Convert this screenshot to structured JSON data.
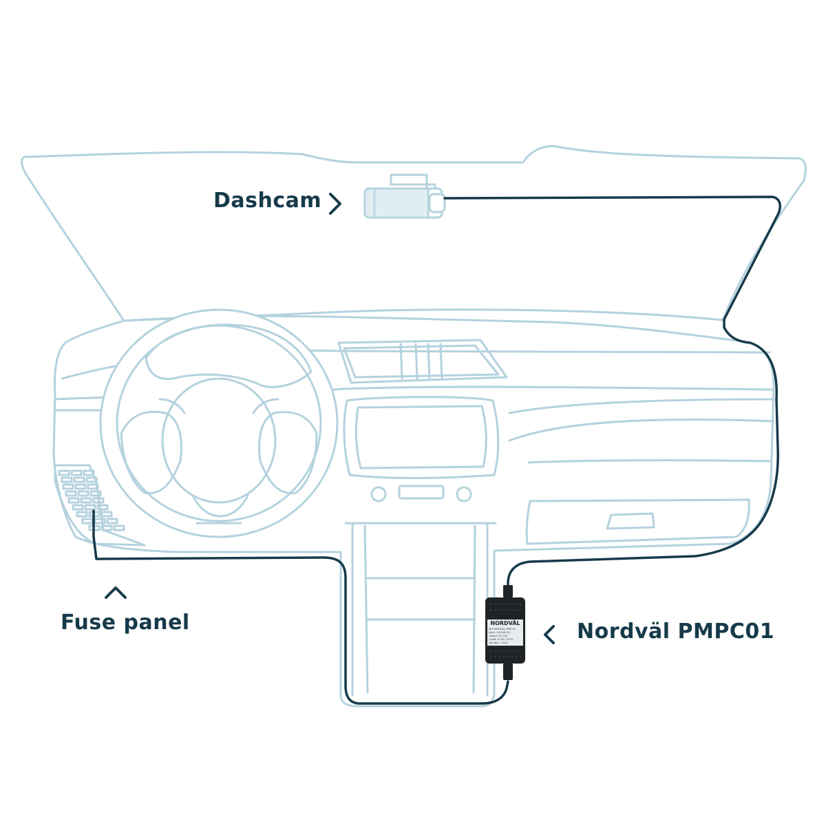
{
  "labels": {
    "dashcam": "Dashcam",
    "fuse_panel": "Fuse panel",
    "device": "Nordväl PMPC01"
  },
  "device_box": {
    "brand": "NORDVÄL",
    "fine_print": [
      "P/N: NORDVAL PMPC01",
      "Input: 12V/24V DC",
      "Output: 5V 2.5A",
      "Cutoff: 11.6V / 23.2V",
      "Standby: < 3mA"
    ]
  },
  "icons": {
    "dashcam_pointer": "chevron-right-icon",
    "fuse_pointer": "chevron-up-icon",
    "device_pointer": "chevron-left-icon"
  },
  "colors": {
    "outline": "#b4d2de",
    "cable": "#163a4a",
    "text": "#163a4a",
    "device": "#1f2326"
  }
}
